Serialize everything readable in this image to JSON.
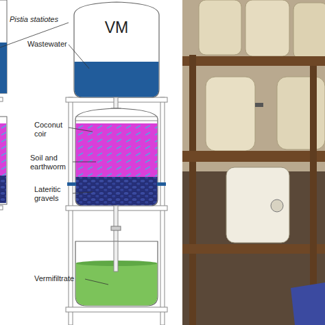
{
  "diagram": {
    "nodes": [
      {
        "text": [
          "VM"
        ]
      }
    ],
    "labels": [
      "Pistia statiotes",
      "Wastewater",
      "Coconut coir",
      "Soil and earthworm",
      "Lateritic gravels",
      "Vermifiltrate"
    ]
  }
}
